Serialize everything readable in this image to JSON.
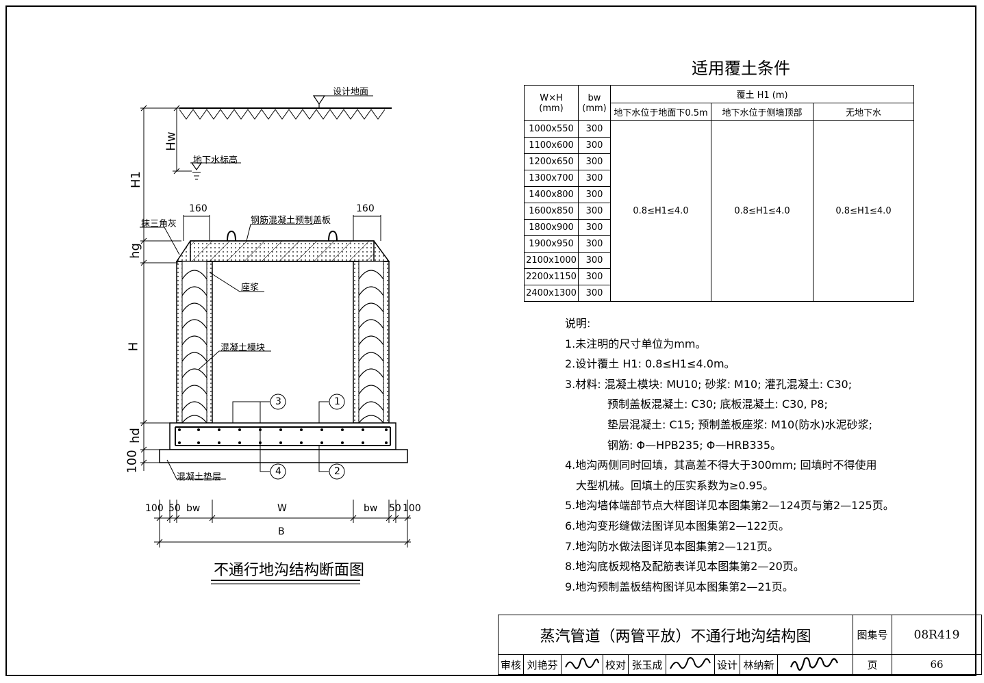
{
  "table": {
    "title": "适用覆土条件",
    "head_wh": "W×H",
    "head_wh_unit": "(mm)",
    "head_bw": "bw",
    "head_bw_unit": "(mm)",
    "head_cover": "覆土 H1 (m)",
    "cols": [
      "地下水位于地面下0.5m",
      "地下水位于侧墙顶部",
      "无地下水"
    ],
    "rows": [
      {
        "wh": "1000x550",
        "bw": "300"
      },
      {
        "wh": "1100x600",
        "bw": "300"
      },
      {
        "wh": "1200x650",
        "bw": "300"
      },
      {
        "wh": "1300x700",
        "bw": "300"
      },
      {
        "wh": "1400x800",
        "bw": "300"
      },
      {
        "wh": "1600x850",
        "bw": "300"
      },
      {
        "wh": "1800x900",
        "bw": "300"
      },
      {
        "wh": "1900x950",
        "bw": "300"
      },
      {
        "wh": "2100x1000",
        "bw": "300"
      },
      {
        "wh": "2200x1150",
        "bw": "300"
      },
      {
        "wh": "2400x1300",
        "bw": "300"
      }
    ],
    "range": "0.8≤H1≤4.0"
  },
  "notes": {
    "heading": "说明:",
    "lines": [
      "1.未注明的尺寸单位为mm。",
      "2.设计覆土 H1: 0.8≤H1≤4.0m。",
      "3.材料: 混凝土模块: MU10; 砂浆: M10; 灌孔混凝土: C30;",
      "预制盖板混凝土: C30; 底板混凝土: C30, P8;",
      "垫层混凝土: C15; 预制盖板座浆: M10(防水)水泥砂浆;",
      "钢筋: Φ—HPB235; Φ—HRB335。",
      "4.地沟两侧同时回填，其高差不得大于300mm; 回填时不得使用",
      "大型机械。回填土的压实系数为≥0.95。",
      "5.地沟墙体端部节点大样图详见本图集第2—124页与第2—125页。",
      "6.地沟变形缝做法图详见本图集第2—122页。",
      "7.地沟防水做法图详见本图集第2—121页。",
      "8.地沟底板规格及配筋表详见本图集第2—20页。",
      "9.地沟预制盖板结构图详见本图集第2—21页。"
    ]
  },
  "drawing": {
    "title": "不通行地沟结构断面图",
    "ground_label": "设计地面",
    "water_label": "地下水标高",
    "triangle_label": "抹三角灰",
    "cover_label": "钢筋混凝土预制盖板",
    "mortar_label": "座浆",
    "block_label": "混凝土模块",
    "cushion_label": "混凝土垫层",
    "dim_160_left": "160",
    "dim_160_right": "160",
    "dim_hw": "Hw",
    "dim_h1": "H1",
    "dim_hg": "hg",
    "dim_h": "H",
    "dim_hd": "hd",
    "dim_100": "100",
    "bottom_dims": [
      "100",
      "50",
      "bw",
      "W",
      "bw",
      "50",
      "100"
    ],
    "dim_b": "B",
    "markers": [
      "1",
      "2",
      "3",
      "4"
    ]
  },
  "title_block": {
    "title": "蒸汽管道（两管平放）不通行地沟结构图",
    "atlas_label": "图集号",
    "atlas_no": "08R419",
    "review_label": "审核",
    "reviewer": "刘艳芬",
    "check_label": "校对",
    "checker": "张玉成",
    "design_label": "设计",
    "designer": "林纳新",
    "page_label": "页",
    "page_no": "66"
  }
}
